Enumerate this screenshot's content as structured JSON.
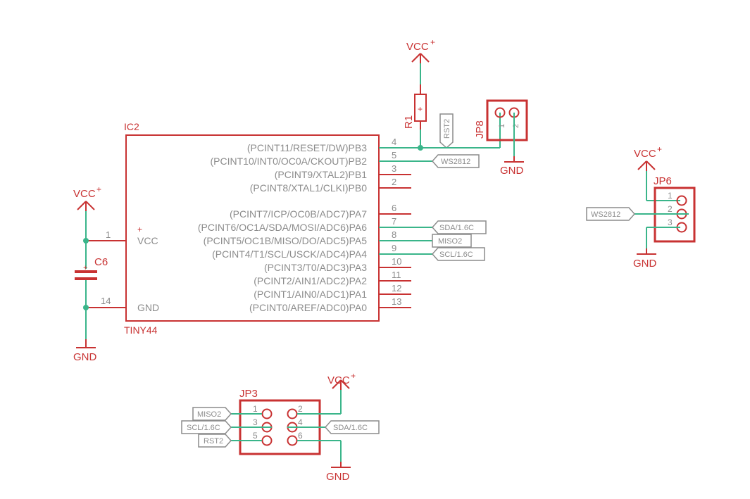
{
  "ic2": {
    "name": "IC2",
    "value": "TINY44",
    "vcc_pin_label": "VCC",
    "gnd_pin_label": "GND",
    "vcc_pin_num": "1",
    "gnd_pin_num": "14",
    "right_pins": [
      {
        "label": "(PCINT11/RESET/DW)PB3",
        "num": "4"
      },
      {
        "label": "(PCINT10/INT0/OC0A/CKOUT)PB2",
        "num": "5"
      },
      {
        "label": "(PCINT9/XTAL2)PB1",
        "num": "3"
      },
      {
        "label": "(PCINT8/XTAL1/CLKI)PB0",
        "num": "2"
      },
      {
        "label": "(PCINT7/ICP/OC0B/ADC7)PA7",
        "num": "6"
      },
      {
        "label": "(PCINT6/OC1A/SDA/MOSI/ADC6)PA6",
        "num": "7"
      },
      {
        "label": "(PCINT5/OC1B/MISO/DO/ADC5)PA5",
        "num": "8"
      },
      {
        "label": "(PCINT4/T1/SCL/USCK/ADC4)PA4",
        "num": "9"
      },
      {
        "label": "(PCINT3/T0/ADC3)PA3",
        "num": "10"
      },
      {
        "label": "(PCINT2/AIN1/ADC2)PA2",
        "num": "11"
      },
      {
        "label": "(PCINT1/AIN0/ADC1)PA1",
        "num": "12"
      },
      {
        "label": "(PCINT0/AREF/ADC0)PA0",
        "num": "13"
      }
    ]
  },
  "supply": {
    "vcc": "VCC",
    "gnd": "GND",
    "plus": "+"
  },
  "c6": {
    "name": "C6"
  },
  "r1": {
    "name": "R1"
  },
  "jp8": {
    "name": "JP8",
    "pin1": "1",
    "pin2": "2"
  },
  "jp6": {
    "name": "JP6",
    "pins": [
      "1",
      "2",
      "3"
    ]
  },
  "jp3": {
    "name": "JP3",
    "pins": [
      "1",
      "2",
      "3",
      "4",
      "5",
      "6"
    ]
  },
  "net_labels": {
    "rst2": "RST2",
    "ws2812": "WS2812",
    "sda": "SDA/1.6C",
    "miso": "MISO2",
    "scl": "SCL/1.6C"
  }
}
